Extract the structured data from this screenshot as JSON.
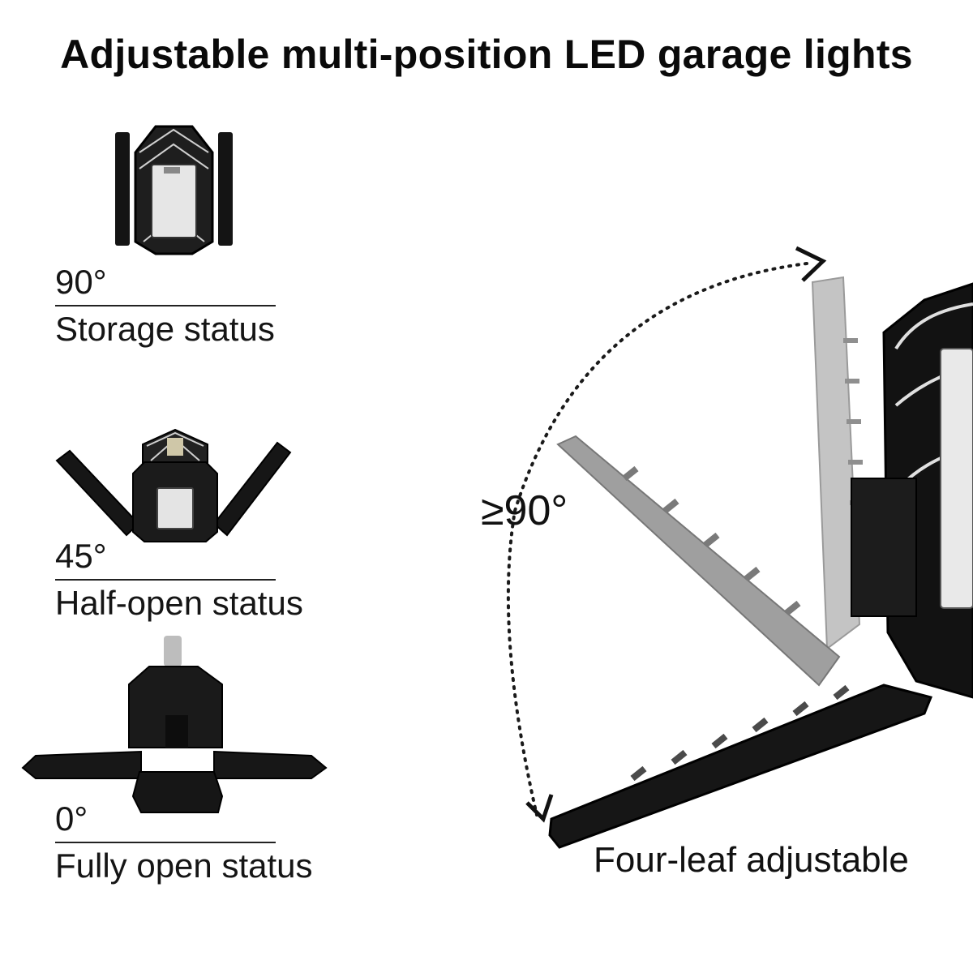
{
  "title": "Adjustable multi-position LED garage lights",
  "states": [
    {
      "angle": "90°",
      "label": "Storage status"
    },
    {
      "angle": "45°",
      "label": "Half-open status"
    },
    {
      "angle": "0°",
      "label": "Fully open status"
    }
  ],
  "range_label": "≥90°",
  "caption": "Four-leaf adjustable",
  "colors": {
    "housing": "#1a1a1a",
    "led_panel": "#e8e8e8",
    "ghost_leaf": "#a8a8a8",
    "text": "#111111"
  }
}
